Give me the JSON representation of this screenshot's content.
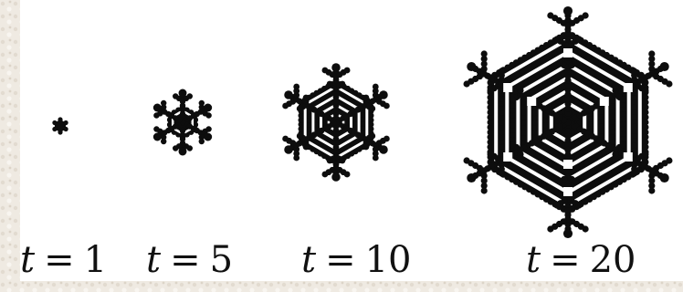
{
  "colors": {
    "ink": "#0d0d0d",
    "background": "#ffffff",
    "texture_dark": "#e6e0d6",
    "texture_light": "#f7f4ef"
  },
  "stages": [
    {
      "var": "t",
      "eq": "=",
      "value": "1"
    },
    {
      "var": "t",
      "eq": "=",
      "value": "5"
    },
    {
      "var": "t",
      "eq": "=",
      "value": "10"
    },
    {
      "var": "t",
      "eq": "=",
      "value": "20"
    }
  ]
}
